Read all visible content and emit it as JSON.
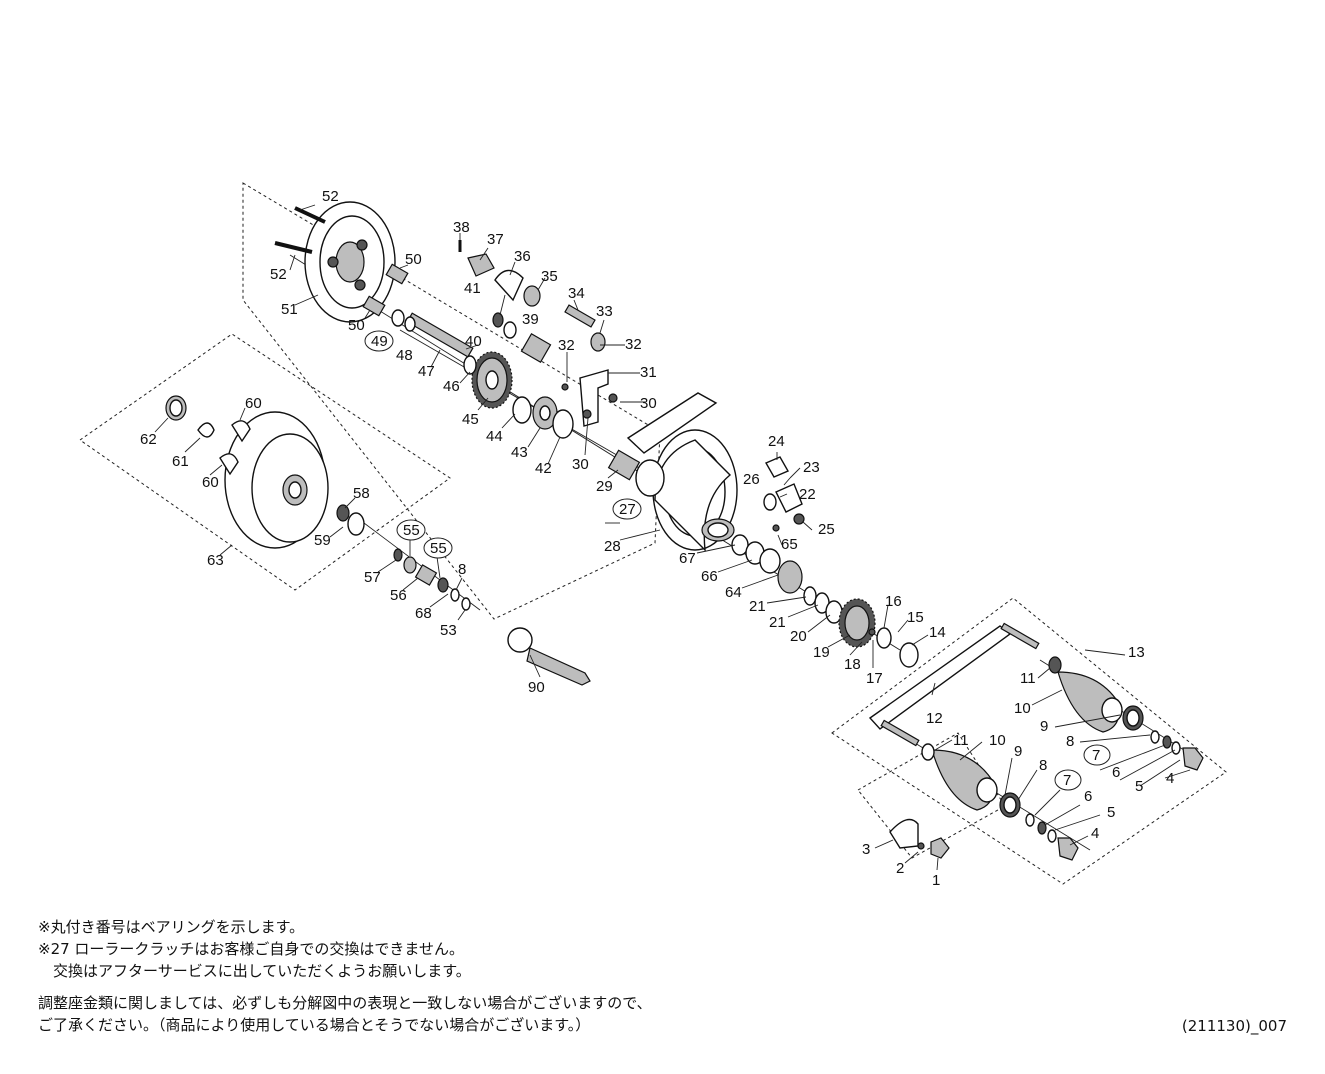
{
  "diagram": {
    "callouts": [
      "1",
      "2",
      "3",
      "4",
      "5",
      "6",
      "7",
      "8",
      "9",
      "10",
      "11",
      "12",
      "13",
      "14",
      "15",
      "16",
      "17",
      "18",
      "19",
      "20",
      "21",
      "22",
      "23",
      "24",
      "25",
      "26",
      "27",
      "28",
      "29",
      "30",
      "31",
      "32",
      "33",
      "34",
      "35",
      "36",
      "37",
      "38",
      "39",
      "40",
      "41",
      "42",
      "43",
      "44",
      "45",
      "46",
      "47",
      "48",
      "49",
      "50",
      "51",
      "52",
      "53",
      "55",
      "56",
      "57",
      "58",
      "59",
      "60",
      "61",
      "62",
      "63",
      "64",
      "65",
      "66",
      "67",
      "68",
      "90"
    ],
    "circled_callouts": [
      "7",
      "27",
      "49",
      "55"
    ]
  },
  "notes": {
    "line1": "※丸付き番号はベアリングを示します。",
    "line2": "※27 ローラークラッチはお客様ご自身での交換はできません。",
    "line3": "　交換はアフターサービスに出していただくようお願いします。",
    "line4": "調整座金類に関しましては、必ずしも分解図中の表現と一致しない場合がございますので、",
    "line5": "ご了承ください。（商品により使用している場合とそうでない場合がございます。）"
  },
  "footer": {
    "code": "(211130)_007"
  }
}
